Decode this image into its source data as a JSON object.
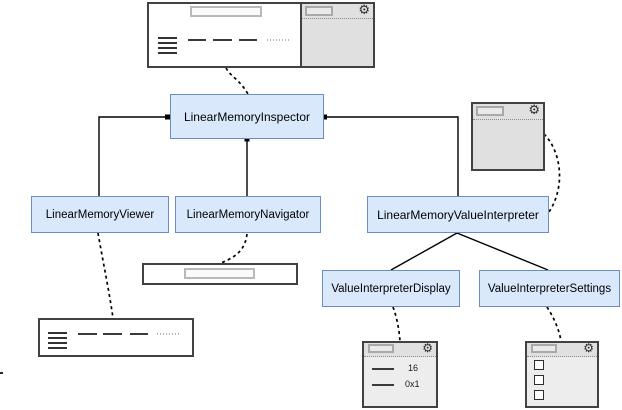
{
  "diagram": {
    "nodes": {
      "inspector": {
        "label": "LinearMemoryInspector"
      },
      "viewer": {
        "label": "LinearMemoryViewer"
      },
      "navigator": {
        "label": "LinearMemoryNavigator"
      },
      "value_interpreter": {
        "label": "LinearMemoryValueInterpreter"
      },
      "display": {
        "label": "ValueInterpreterDisplay"
      },
      "settings": {
        "label": "ValueInterpreterSettings"
      }
    },
    "edges": [
      {
        "from": "inspector-mockup",
        "to": "inspector",
        "style": "dashed"
      },
      {
        "from": "inspector",
        "to": "viewer",
        "style": "solid"
      },
      {
        "from": "inspector",
        "to": "navigator",
        "style": "solid"
      },
      {
        "from": "inspector",
        "to": "value_interpreter",
        "style": "solid"
      },
      {
        "from": "interpreter-mockup",
        "to": "value_interpreter",
        "style": "dashed"
      },
      {
        "from": "viewer",
        "to": "viewer-mockup",
        "style": "dashed"
      },
      {
        "from": "navigator",
        "to": "navigator-mockup",
        "style": "dashed"
      },
      {
        "from": "value_interpreter",
        "to": "display",
        "style": "solid"
      },
      {
        "from": "value_interpreter",
        "to": "settings",
        "style": "solid"
      },
      {
        "from": "display",
        "to": "display-mockup",
        "style": "dashed"
      },
      {
        "from": "settings",
        "to": "settings-mockup",
        "style": "dashed"
      }
    ],
    "display_mockup": {
      "value1": "16",
      "value2": "0x1"
    },
    "icons": {
      "gear": "⚙"
    },
    "colors": {
      "node_fill": "#dae8fc",
      "node_border": "#6c8ebf",
      "panel_gray": "#e0e0e0",
      "panel_light": "#ededed",
      "wireframe_border": "#424242",
      "connector": "#000000"
    }
  }
}
